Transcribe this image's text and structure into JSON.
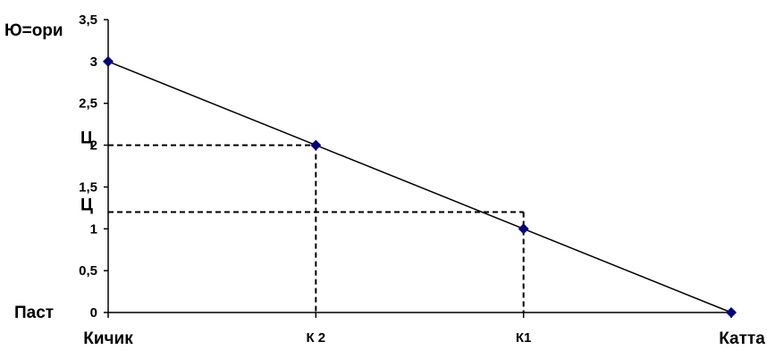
{
  "chart_data": {
    "type": "line",
    "title": "",
    "ylabel_top": "Ю=ори",
    "ylabel_bottom": "Паст",
    "ylim": [
      0,
      3.5
    ],
    "yticks": [
      "0",
      "0,5",
      "1",
      "1,5",
      "2",
      "2,5",
      "3",
      "3,5"
    ],
    "x_tick_labels": [
      "Кичик",
      "К 2",
      "К1",
      "Катта"
    ],
    "x": [
      0,
      1,
      2,
      3
    ],
    "series": [
      {
        "values": [
          3,
          2,
          1,
          0
        ]
      }
    ],
    "dashed_guides": [
      {
        "label": "Ц",
        "y": 2.0,
        "x_end": 1
      },
      {
        "label": "Ц",
        "y": 1.2,
        "x_end": 2
      }
    ],
    "colors": {
      "marker": "#000080",
      "line": "#000000"
    }
  }
}
